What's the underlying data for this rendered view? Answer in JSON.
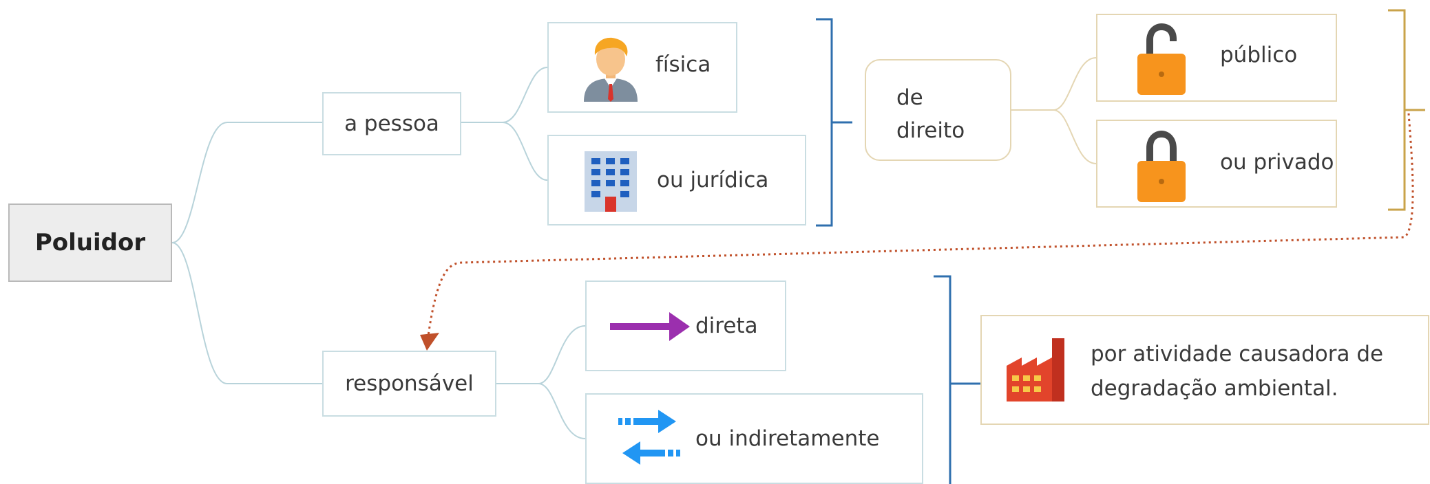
{
  "root": {
    "label": "Poluidor"
  },
  "branch1": {
    "label": "a pessoa",
    "children": [
      {
        "label": "física",
        "icon": "businessman-icon"
      },
      {
        "label": "ou jurídica",
        "icon": "office-building-icon"
      }
    ],
    "summary": {
      "label_line1": "de",
      "label_line2": "direito",
      "children": [
        {
          "label": "público",
          "icon": "unlocked-padlock-icon"
        },
        {
          "label": "ou privado",
          "icon": "locked-padlock-icon"
        }
      ]
    }
  },
  "branch2": {
    "label": "responsável",
    "children": [
      {
        "label": "direta",
        "icon": "arrow-right-icon"
      },
      {
        "label": "ou indiretamente",
        "icon": "swap-arrows-icon"
      }
    ],
    "summary": {
      "line1": "por atividade causadora de",
      "line2": "degradação ambiental.",
      "icon": "factory-icon"
    }
  },
  "colors": {
    "connector": "#b8d3da",
    "summary_bracket_blue": "#2f6fae",
    "summary_bracket_gold": "#c9a34a",
    "relationship_arrow": "#c0502a",
    "padlock": "#f7941d",
    "arrow_purple": "#9b2fae",
    "arrow_blue": "#2196f3",
    "factory": "#e2442b"
  }
}
